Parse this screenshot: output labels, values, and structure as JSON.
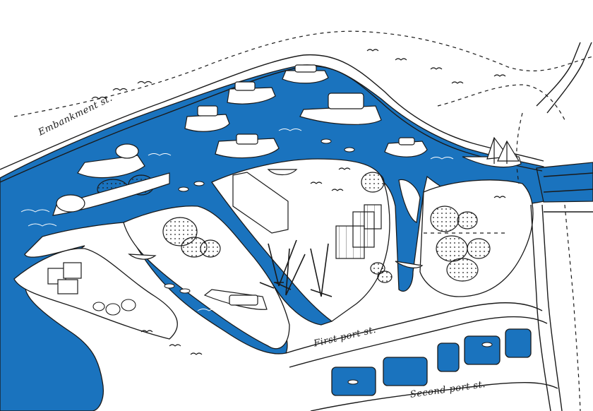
{
  "map": {
    "streets": {
      "embankment": "Embankment st.",
      "first_port": "First port st.",
      "second_port": "Second port st."
    },
    "colors": {
      "water": "#1a73be",
      "land": "#ffffff",
      "ink": "#1a1a1a"
    }
  }
}
